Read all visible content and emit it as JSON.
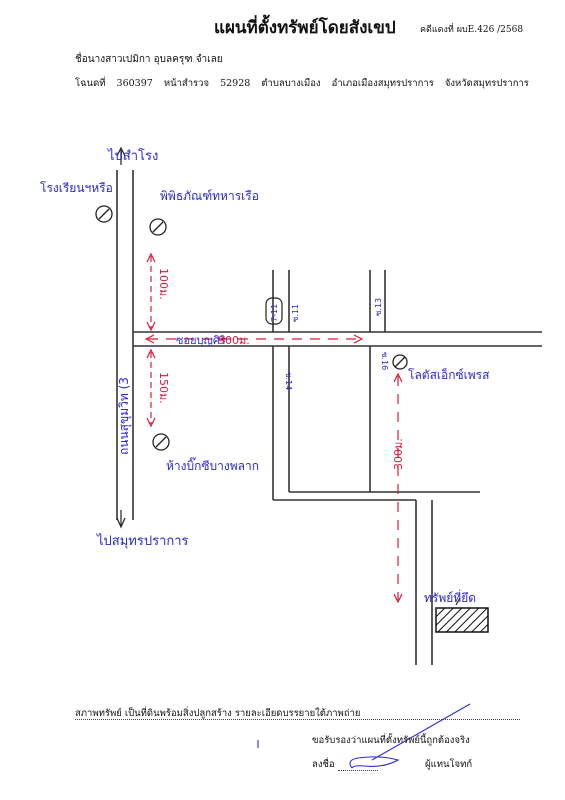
{
  "header": {
    "title": "แผนที่ตั้งทรัพย์โดยสังเขป",
    "case_no": "คดีแดงที่ ผบE.426 /2568",
    "owner": "ชื่อนางสาวเปมิกา อุบลครุฑ จำเลย",
    "deed": {
      "deed_label": "โฉนดที่",
      "deed_no": "360397",
      "survey_label": "หน้าสำรวจ",
      "survey_no": "52928",
      "subdistrict": "ตำบลบางเมือง",
      "district": "อำเภอเมืองสมุทรปราการ",
      "province": "จังหวัดสมุทรปราการ"
    }
  },
  "map": {
    "main_road": "ถนนสุขุมวิท (3",
    "to_north": "ไปสำโรง",
    "to_south": "ไปสมุทรปราการ",
    "landmark_hospital": "โรงเรียนฯหรือ",
    "landmark_museum": "พิพิธภัณฑ์ทหารเรือ",
    "landmark_market": "ห้างบิ๊กซีบางพลาก",
    "landmark_shop": "โลตัสเอ็กซ์เพรส",
    "store_label": "7-11",
    "soi_main": "ซอยบุญศิริ",
    "dist_soi": "900ม.",
    "dist_north": "100ม.",
    "dist_south": "150ม.",
    "dist_property": "300ม.",
    "soi_11": "ซ.11",
    "soi_13": "ซ.13",
    "soi_14": "ซ.14",
    "soi_16": "ซ.16",
    "property": "ทรัพย์ที่ยึด"
  },
  "footer": {
    "status": "สภาพทรัพย์ เป็นที่ดินพร้อมสิ่งปลูกสร้าง รายละเอียดบรรยายใต้ภาพถ่าย",
    "certify": "ขอรับรองว่าแผนที่ตั้งทรัพย์นี้ถูกต้องจริง",
    "sign_label": "ลงชื่อ",
    "signer": "ผู้แทนโจทก์"
  },
  "colors": {
    "ink_blue": "#2a2ad0",
    "ink_red": "#d81a3a",
    "line": "#333333"
  }
}
